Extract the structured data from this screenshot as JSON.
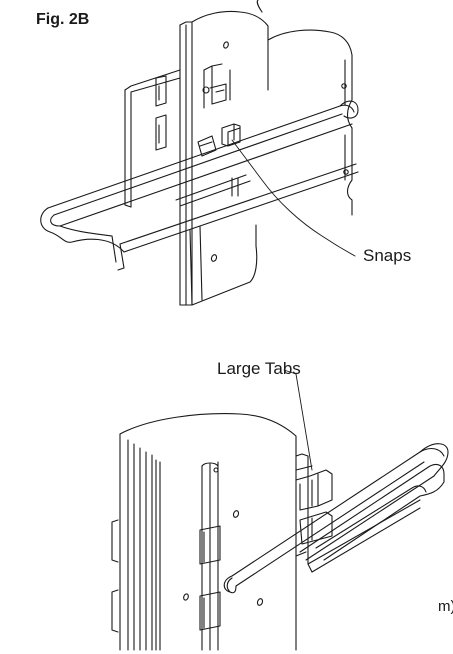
{
  "figure": {
    "title": "Fig. 2B",
    "callouts": {
      "snaps": "Snaps",
      "large_tabs": "Large Tabs"
    },
    "clipped_text": "m)",
    "colors": {
      "line": "#1a1a1a",
      "background": "#ffffff",
      "shade": "#cfcfcf"
    }
  }
}
